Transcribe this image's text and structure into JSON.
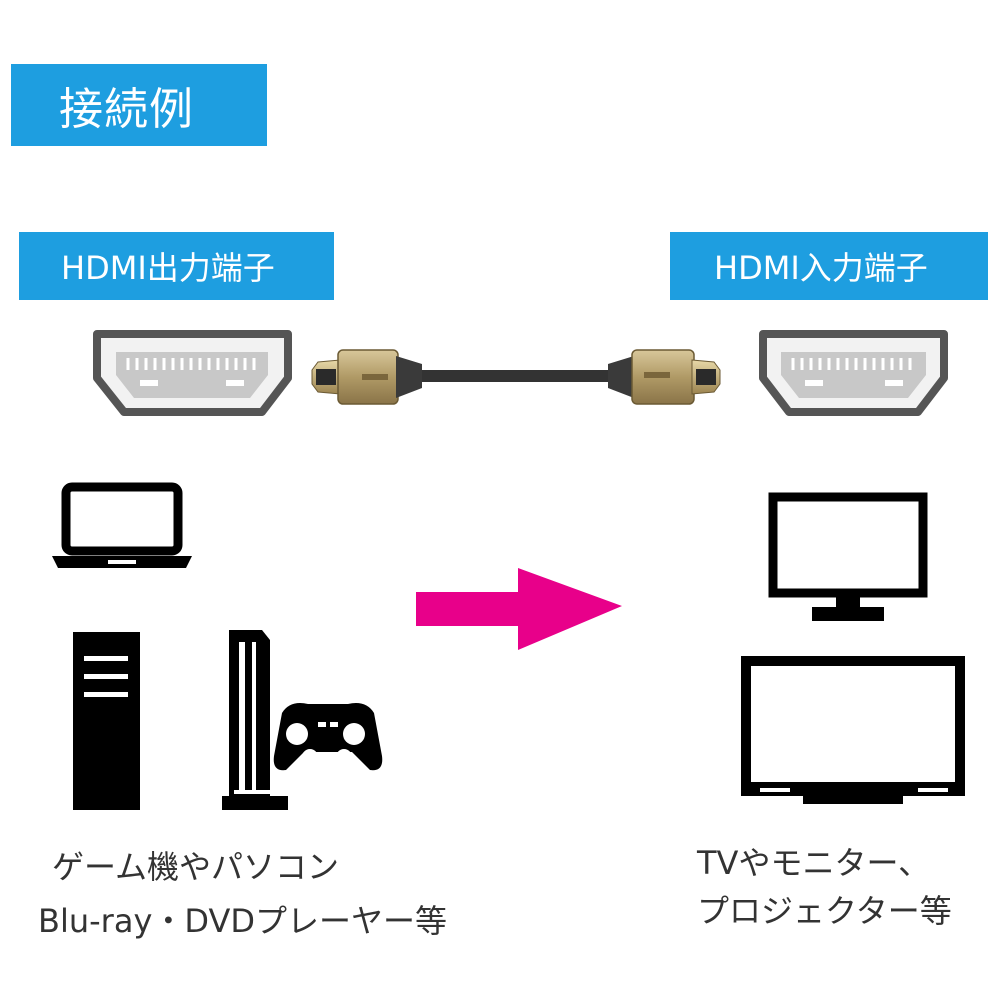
{
  "header": {
    "title": "接続例"
  },
  "labels": {
    "output_terminal": "HDMI出力端子",
    "input_terminal": "HDMI入力端子"
  },
  "source_caption": {
    "line1": "ゲーム機やパソコン",
    "line2": "Blu-ray・DVDプレーヤー等"
  },
  "destination_caption": {
    "line1": "TVやモニター、",
    "line2": "プロジェクター等"
  },
  "colors": {
    "label_background": "#1e9ee0",
    "arrow": "#e8008a",
    "connector_gold": "#b8a070"
  },
  "icons": {
    "port_left": "hdmi-port-icon",
    "cable": "hdmi-cable-icon",
    "port_right": "hdmi-port-icon",
    "source_devices": [
      "laptop-icon",
      "desktop-tower-icon",
      "game-console-icon",
      "gamepad-icon"
    ],
    "destination_devices": [
      "monitor-icon",
      "television-icon"
    ],
    "direction": "arrow-right-icon"
  }
}
